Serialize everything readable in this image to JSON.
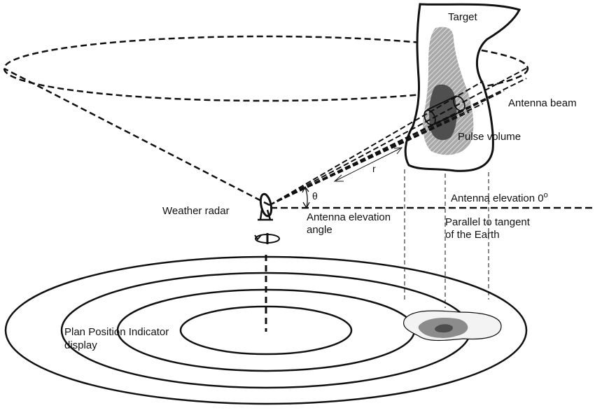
{
  "labels": {
    "target": "Target",
    "antenna_beam": "Antenna beam",
    "pulse_volume": "Pulse volume",
    "range_symbol": "r",
    "theta_symbol": "θ",
    "antenna_elevation_zero_prefix": "Antenna elevation 0",
    "antenna_elevation_zero_degree": "o",
    "weather_radar": "Weather radar",
    "elevation_angle_line1": "Antenna elevation",
    "elevation_angle_line2": "angle",
    "parallel_line1": "Parallel to tangent",
    "parallel_line2": "of the Earth",
    "ppi_line1": "Plan Position Indicator",
    "ppi_line2": "display"
  },
  "colors": {
    "line": "#111111",
    "target_outline": "#111111",
    "echo_outer": "#8c8c8c",
    "echo_core": "#4a4a4a",
    "hatch": "#bdbdbd",
    "ppi_blob_outer": "#f2f2f2",
    "ppi_blob_mid": "#8f8f8f",
    "ppi_blob_core": "#555555"
  }
}
